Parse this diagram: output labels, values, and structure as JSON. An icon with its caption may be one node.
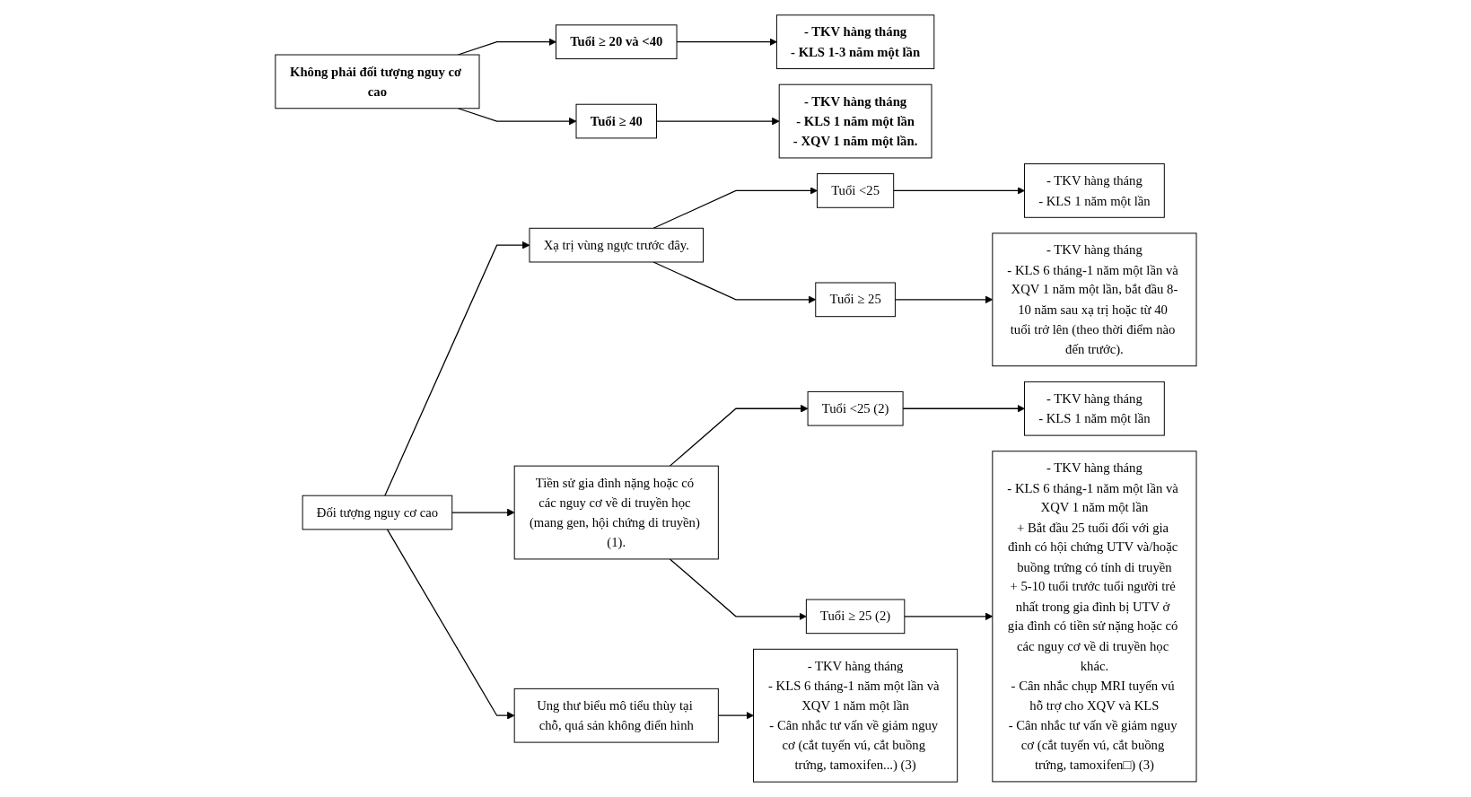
{
  "diagram": {
    "nodes": [
      {
        "text": [
          "Không phải đối tượng nguy cơ cao"
        ]
      },
      {
        "text": [
          "Tuổi ≥ 20 và <40"
        ]
      },
      {
        "text": [
          "- TKV hàng tháng",
          "- KLS 1-3 năm một lần"
        ]
      },
      {
        "text": [
          "Tuổi ≥ 40"
        ]
      },
      {
        "text": [
          "- TKV hàng tháng",
          "- KLS 1 năm một lần",
          "- XQV 1 năm một lần."
        ]
      },
      {
        "text": [
          "Đối tượng nguy cơ cao"
        ]
      },
      {
        "text": [
          "Xạ trị vùng ngực trước đây."
        ]
      },
      {
        "text": [
          "Tuổi <25"
        ]
      },
      {
        "text": [
          "- TKV hàng tháng",
          "- KLS 1 năm một lần"
        ]
      },
      {
        "text": [
          "Tuổi ≥ 25"
        ]
      },
      {
        "text": [
          "- TKV hàng tháng",
          "- KLS 6 tháng-1 năm một lần và XQV 1 năm một lần, bắt đầu 8-10 năm sau xạ trị hoặc từ 40 tuổi trở lên (theo thời điểm nào đến trước)."
        ]
      },
      {
        "text": [
          "Tiền sử gia đình nặng hoặc có các nguy cơ về di truyền học (mang gen, hội chứng di truyền) (1)."
        ]
      },
      {
        "text": [
          "Tuổi <25 (2)"
        ]
      },
      {
        "text": [
          "- TKV hàng tháng",
          "- KLS 1 năm một lần"
        ]
      },
      {
        "text": [
          "Tuổi ≥ 25 (2)"
        ]
      },
      {
        "text": [
          "- TKV hàng tháng",
          "- KLS 6 tháng-1 năm một lần và XQV 1 năm một lần",
          "+ Bắt đầu 25 tuổi đối với gia đình có hội chứng UTV và/hoặc buồng trứng có tính di truyền",
          "+ 5-10 tuổi trước tuổi người trẻ nhất trong gia đình bị UTV ở gia đình có tiền sử nặng hoặc có các nguy cơ về di truyền học khác.",
          "- Cân nhắc chụp MRI tuyến vú hỗ trợ cho XQV và KLS",
          "- Cân nhắc tư vấn về giảm nguy cơ (cắt tuyến vú, cắt buồng trứng, tamoxifen□) (3)"
        ]
      },
      {
        "text": [
          "Ung thư biểu mô tiểu thùy tại chỗ, quá sản không điển hình"
        ]
      },
      {
        "text": [
          "- TKV hàng tháng",
          "- KLS 6 tháng-1 năm một lần và XQV 1 năm một lần",
          "- Cân nhắc tư vấn về giảm nguy cơ (cắt tuyến vú, cắt buồng trứng, tamoxifen...) (3)"
        ]
      }
    ],
    "edges": [
      {
        "from": 0,
        "to": 1,
        "arrow": "to"
      },
      {
        "from": 0,
        "to": 3,
        "arrow": "to"
      },
      {
        "from": 1,
        "to": 2,
        "arrow": "to"
      },
      {
        "from": 3,
        "to": 4,
        "arrow": "to"
      },
      {
        "from": 5,
        "to": 6,
        "arrow": "to"
      },
      {
        "from": 5,
        "to": 11,
        "arrow": "to"
      },
      {
        "from": 5,
        "to": 16,
        "arrow": "to"
      },
      {
        "from": 6,
        "to": 7,
        "arrow": "to"
      },
      {
        "from": 6,
        "to": 9,
        "arrow": "to"
      },
      {
        "from": 7,
        "to": 8,
        "arrow": "to"
      },
      {
        "from": 9,
        "to": 10,
        "arrow": "to"
      },
      {
        "from": 11,
        "to": 12,
        "arrow": "to"
      },
      {
        "from": 11,
        "to": 14,
        "arrow": "to"
      },
      {
        "from": 12,
        "to": 13,
        "arrow": "to"
      },
      {
        "from": 14,
        "to": 15,
        "arrow": "to"
      },
      {
        "from": 16,
        "to": 17,
        "arrow": "to"
      }
    ]
  }
}
